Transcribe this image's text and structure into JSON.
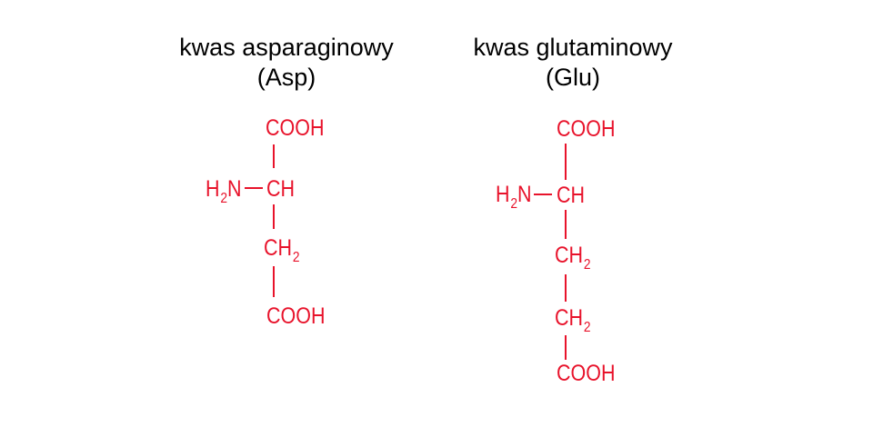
{
  "accent_color": "#e8132b",
  "molecules": [
    {
      "name": "kwas asparaginowy",
      "abbr": "(Asp)",
      "top_group": "COOH",
      "amine_main": "H",
      "amine_sub": "2",
      "amine_tail": "N",
      "alpha": "CH",
      "chain": [
        {
          "main": "CH",
          "sub": "2"
        }
      ],
      "bottom_group": "COOH"
    },
    {
      "name": "kwas glutaminowy",
      "abbr": "(Glu)",
      "top_group": "COOH",
      "amine_main": "H",
      "amine_sub": "2",
      "amine_tail": "N",
      "alpha": "CH",
      "chain": [
        {
          "main": "CH",
          "sub": "2"
        },
        {
          "main": "CH",
          "sub": "2"
        }
      ],
      "bottom_group": "COOH"
    }
  ]
}
